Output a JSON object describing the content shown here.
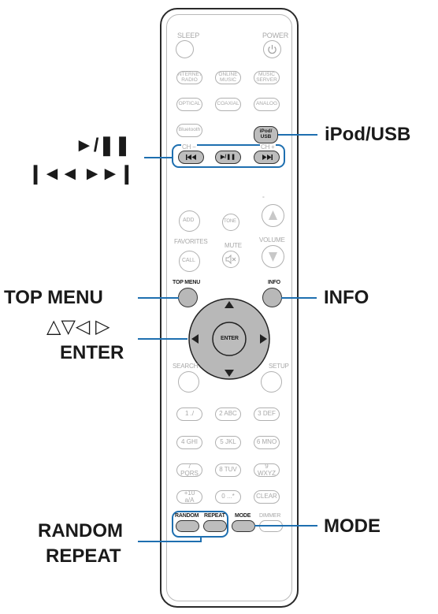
{
  "remote": {
    "sleep": "SLEEP",
    "power": "POWER",
    "power_icon": "power-icon",
    "inputs_row1": [
      "INTERNET\nRADIO",
      "ONLINE\nMUSIC",
      "MUSIC\nSERVER"
    ],
    "inputs_row2": [
      "OPTICAL",
      "COAXIAL",
      "ANALOG"
    ],
    "bluetooth": "Bluetooth",
    "ipod_usb_key": "iPod/\nUSB",
    "ch_minus": "CH −",
    "ch_plus": "CH +",
    "transport": [
      "prev-icon",
      "play-pause-icon",
      "next-icon"
    ],
    "play_pause_text": "▶/❚❚",
    "add": "ADD",
    "tone": "TONE",
    "favorites": "FAVORITES",
    "mute": "MUTE",
    "volume": "VOLUME",
    "call": "CALL",
    "top_menu": "TOP MENU",
    "info": "INFO",
    "enter": "ENTER",
    "search": "SEARCH",
    "setup": "SETUP",
    "num_rows": [
      [
        "1 ./",
        "2 ABC",
        "3 DEF"
      ],
      [
        "4 GHI",
        "5 JKL",
        "6 MNO"
      ],
      [
        "7 PQRS",
        "8 TUV",
        "9 WXYZ"
      ],
      [
        "+10 a/A",
        "0 ...*",
        "CLEAR"
      ]
    ],
    "random": "RANDOM",
    "repeat": "REPEAT",
    "mode": "MODE",
    "dimmer": "DIMMER"
  },
  "callouts": {
    "play_pause": "►/❚❚",
    "skip": "❙◄◄  ►►❙",
    "ipod_usb": "iPod/USB",
    "top_menu": "TOP MENU",
    "cursor": "△▽◁ ▷",
    "enter": "ENTER",
    "info": "INFO",
    "random": "RANDOM",
    "repeat": "REPEAT",
    "mode": "MODE"
  },
  "colors": {
    "highlight": "#1e6fb0",
    "key_gray": "#b8b8b8"
  }
}
